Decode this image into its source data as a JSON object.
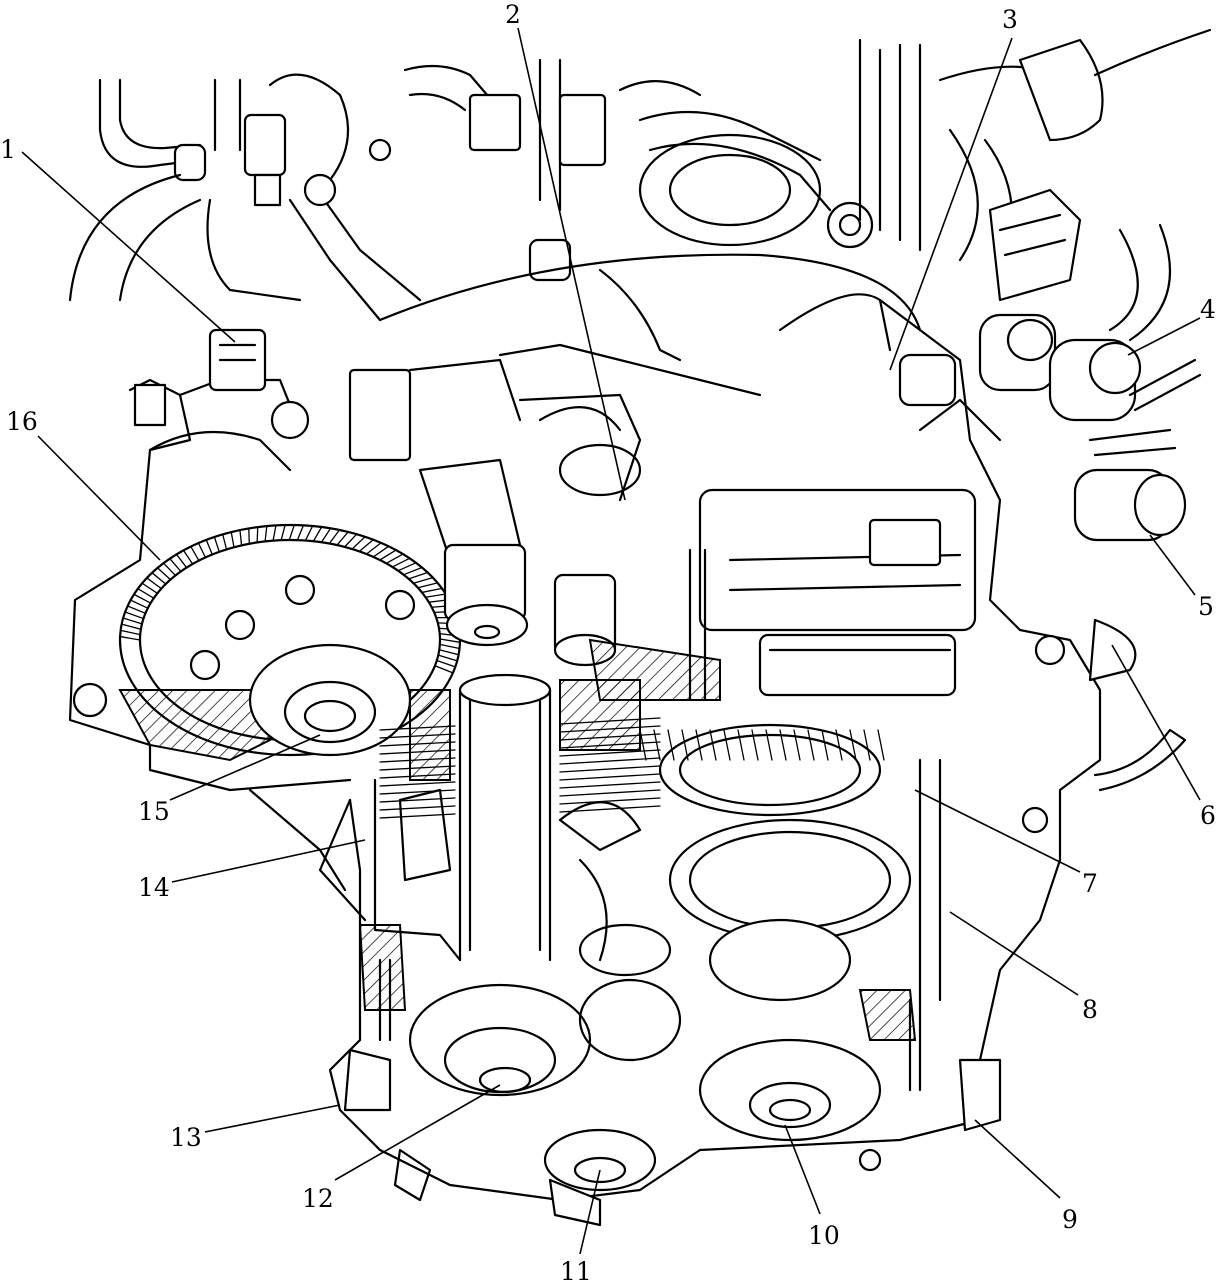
{
  "figure": {
    "callouts": [
      {
        "id": "1",
        "label": "1"
      },
      {
        "id": "2",
        "label": "2"
      },
      {
        "id": "3",
        "label": "3"
      },
      {
        "id": "4",
        "label": "4"
      },
      {
        "id": "5",
        "label": "5"
      },
      {
        "id": "6",
        "label": "6"
      },
      {
        "id": "7",
        "label": "7"
      },
      {
        "id": "8",
        "label": "8"
      },
      {
        "id": "9",
        "label": "9"
      },
      {
        "id": "10",
        "label": "10"
      },
      {
        "id": "11",
        "label": "11"
      },
      {
        "id": "12",
        "label": "12"
      },
      {
        "id": "13",
        "label": "13"
      },
      {
        "id": "14",
        "label": "14"
      },
      {
        "id": "15",
        "label": "15"
      },
      {
        "id": "16",
        "label": "16"
      }
    ]
  }
}
